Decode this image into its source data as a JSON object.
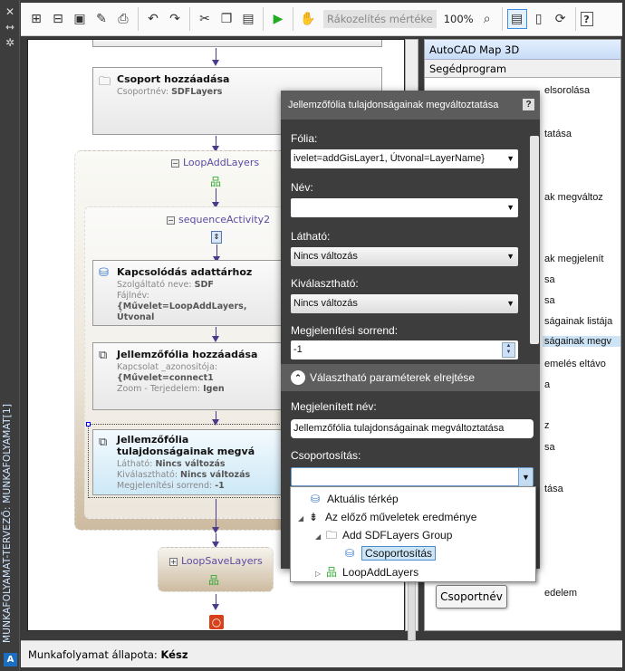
{
  "sidebar": {
    "title": "MUNKAFOLYAMAT-TERVEZŐ: MUNKAFOLYAMAT[1]",
    "close_icon": "✕",
    "pin_icon": "⇿",
    "settings_icon": "✲",
    "logo": "A"
  },
  "toolbar": {
    "zoom_placeholder": "Rákozelítés mértéke",
    "zoom_pct": "100%"
  },
  "canvas": {
    "group_activity": {
      "title": "Csoport hozzáadása",
      "params": [
        {
          "k": "Csoportnév:",
          "v": "SDFLayers"
        }
      ]
    },
    "loop_add": "LoopAddLayers",
    "sequence": "sequenceActivity2",
    "connect": {
      "title": "Kapcsolódás adattárhoz",
      "params": [
        {
          "k": "Szolgáltató neve:",
          "v": "SDF"
        },
        {
          "k": "Fájlnév:",
          "v": "{Művelet=LoopAddLayers, Útvonal"
        }
      ]
    },
    "add_layer": {
      "title": "Jellemzőfólia hozzáadása",
      "params": [
        {
          "k": "Kapcsolat _azonositója:",
          "v": "{Művelet=connect1"
        },
        {
          "k": "Zoom - Terjedelem:",
          "v": "Igen"
        }
      ]
    },
    "change_layer": {
      "title": "Jellemzőfólia tulajdonságainak megvá",
      "params": [
        {
          "k": "Látható:",
          "v": "Nincs változás"
        },
        {
          "k": "Kiválasztható:",
          "v": "Nincs változás"
        },
        {
          "k": "Megjelenítési sorrend:",
          "v": "-1"
        }
      ]
    },
    "loop_save": "LoopSaveLayers"
  },
  "right_panel": {
    "header1": "AutoCAD Map 3D",
    "header2": "Segédprogram",
    "items": [
      "elsorolása",
      "tatása",
      "ak megváltoz",
      "ak megjelenít",
      "sa",
      "sa",
      "ságainak listája",
      "ságainak megv",
      "emelés eltávo",
      "a",
      "z",
      "sa",
      "tása",
      "edelem"
    ]
  },
  "status": {
    "label": "Munkafolyamat állapota:",
    "value": "Kész"
  },
  "dialog": {
    "title": "Jellemzőfólia tulajdonságainak megváltoztatása",
    "help": "?",
    "folia_label": "Fólia:",
    "folia_value": "ivelet=addGisLayer1, Útvonal=LayerName}",
    "nev_label": "Név:",
    "nev_value": "",
    "lathato_label": "Látható:",
    "lathato_value": "Nincs változás",
    "kivalaszthato_label": "Kiválasztható:",
    "kivalaszthato_value": "Nincs változás",
    "sorrend_label": "Megjelenítési sorrend:",
    "sorrend_value": "-1",
    "collapse_label": "Választható paraméterek elrejtése",
    "display_name_label": "Megjelenített név:",
    "display_name_value": "Jellemzőfólia tulajdonságainak megváltoztatása",
    "grouping_label": "Csoportosítás:",
    "grouping_value": ""
  },
  "popup": {
    "items": [
      "Aktuális térkép",
      "Az előző műveletek eredménye",
      "Add SDFLayers Group",
      "Csoportosítás",
      "LoopAddLayers"
    ]
  },
  "tooltip": "Csoportnév"
}
